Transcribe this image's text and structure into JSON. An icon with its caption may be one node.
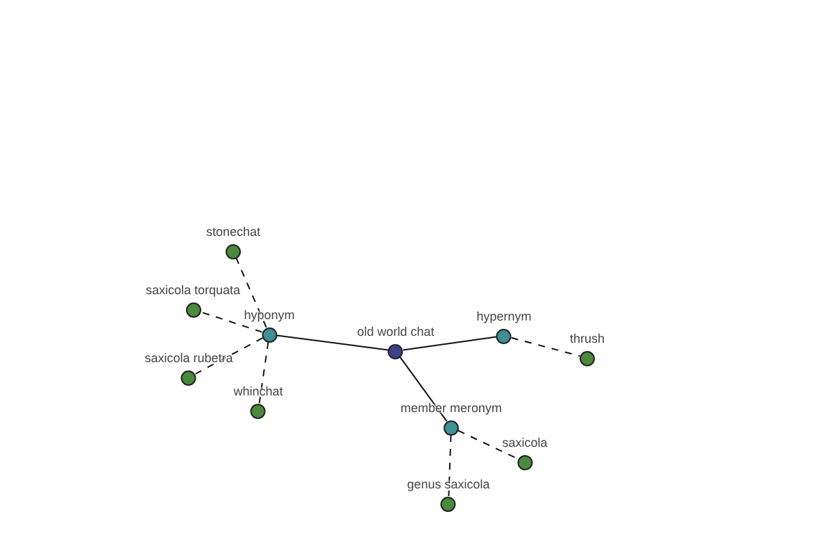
{
  "diagram": {
    "nodes": [
      {
        "text": [
          "stonechat"
        ]
      },
      {
        "text": [
          "saxicola torquata"
        ]
      },
      {
        "text": [
          "hyponym"
        ]
      },
      {
        "text": [
          "old world chat"
        ]
      },
      {
        "text": [
          "hypernym"
        ]
      },
      {
        "text": [
          "thrush"
        ]
      },
      {
        "text": [
          "saxicola rubetra"
        ]
      },
      {
        "text": [
          "whinchat"
        ]
      },
      {
        "text": [
          "member meronym"
        ]
      },
      {
        "text": [
          "saxicola"
        ]
      },
      {
        "text": [
          "genus saxicola"
        ]
      }
    ],
    "edges": [
      {
        "from": 3,
        "to": 2,
        "arrow": "none"
      },
      {
        "from": 3,
        "to": 4,
        "arrow": "none"
      },
      {
        "from": 3,
        "to": 8,
        "arrow": "none"
      },
      {
        "from": 2,
        "to": 0,
        "arrow": "none",
        "style": "dashed"
      },
      {
        "from": 2,
        "to": 1,
        "arrow": "none",
        "style": "dashed"
      },
      {
        "from": 2,
        "to": 6,
        "arrow": "none",
        "style": "dashed"
      },
      {
        "from": 2,
        "to": 7,
        "arrow": "none",
        "style": "dashed"
      },
      {
        "from": 4,
        "to": 5,
        "arrow": "none",
        "style": "dashed"
      },
      {
        "from": 8,
        "to": 9,
        "arrow": "none",
        "style": "dashed"
      },
      {
        "from": 8,
        "to": 10,
        "arrow": "none",
        "style": "dashed"
      }
    ]
  }
}
